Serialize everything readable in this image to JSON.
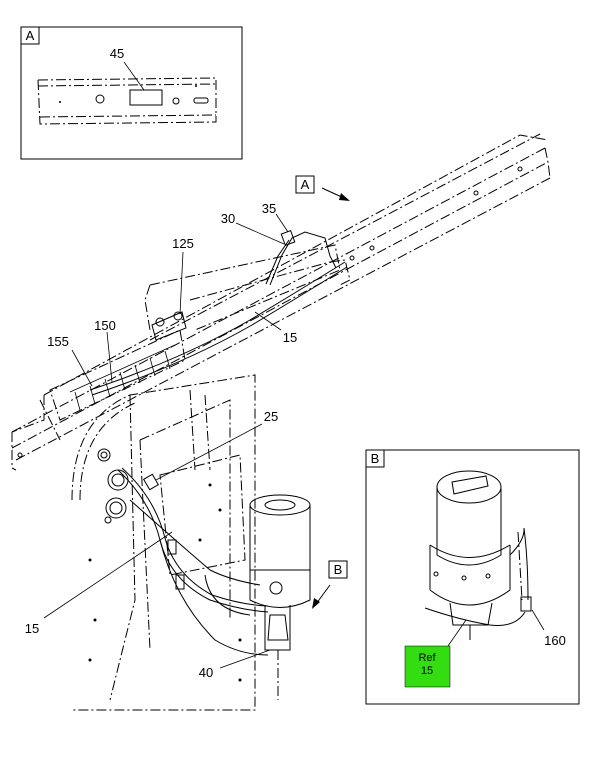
{
  "detail_a": {
    "label": "A",
    "callout": "45"
  },
  "view_a_pointer": {
    "label": "A"
  },
  "view_b_pointer": {
    "label": "B"
  },
  "detail_b": {
    "label": "B",
    "callout_160": "160",
    "ref_label": "Ref",
    "ref_number": "15",
    "ref_color": "#33dd11"
  },
  "callouts": {
    "c30": "30",
    "c35": "35",
    "c125": "125",
    "c15_top": "15",
    "c150": "150",
    "c155": "155",
    "c25": "25",
    "c15_left": "15",
    "c40": "40"
  }
}
